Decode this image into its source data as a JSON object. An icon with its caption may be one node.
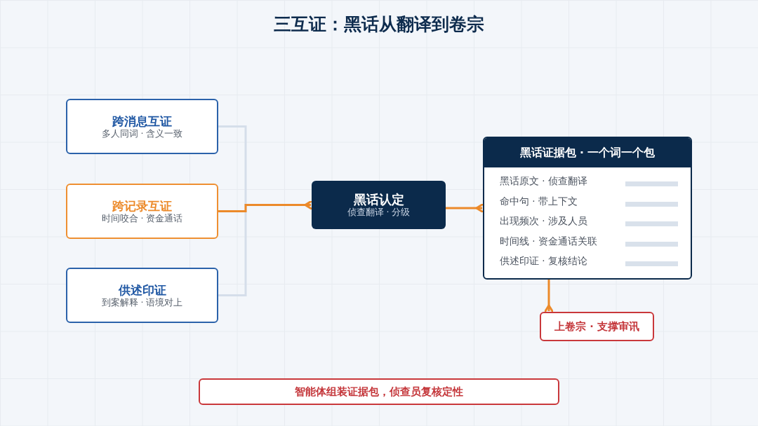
{
  "diagram": {
    "title": "三互证：黑话从翻译到卷宗",
    "nodes": [
      {
        "text": [
          "跨消息互证",
          "多人同词 · 含义一致"
        ]
      },
      {
        "text": [
          "跨记录互证",
          "时间咬合 · 资金通话"
        ]
      },
      {
        "text": [
          "供述印证",
          "到案解释 · 语境对上"
        ]
      },
      {
        "text": [
          "黑话认定",
          "侦查翻译 · 分级"
        ]
      },
      {
        "text": [
          "黑话证据包 · 一个词一个包",
          "黑话原文 · 侦查翻译",
          "命中句 · 带上下文",
          "出现频次 · 涉及人员",
          "时间线 · 资金通话关联",
          "供述印证 · 复核结论"
        ]
      },
      {
        "text": [
          "上卷宗 · 支撑审讯"
        ]
      },
      {
        "text": [
          "智能体组装证据包，侦查员复核定性"
        ]
      }
    ],
    "edges": [
      {
        "from": 0,
        "to": 3,
        "arrow": "other",
        "color": "#d5deea"
      },
      {
        "from": 1,
        "to": 3,
        "arrow": "other"
      },
      {
        "from": 2,
        "to": 3,
        "arrow": "other",
        "color": "#d5deea"
      },
      {
        "from": 3,
        "to": 4,
        "arrow": "other"
      },
      {
        "from": 4,
        "to": 5,
        "arrow": "other"
      }
    ]
  }
}
